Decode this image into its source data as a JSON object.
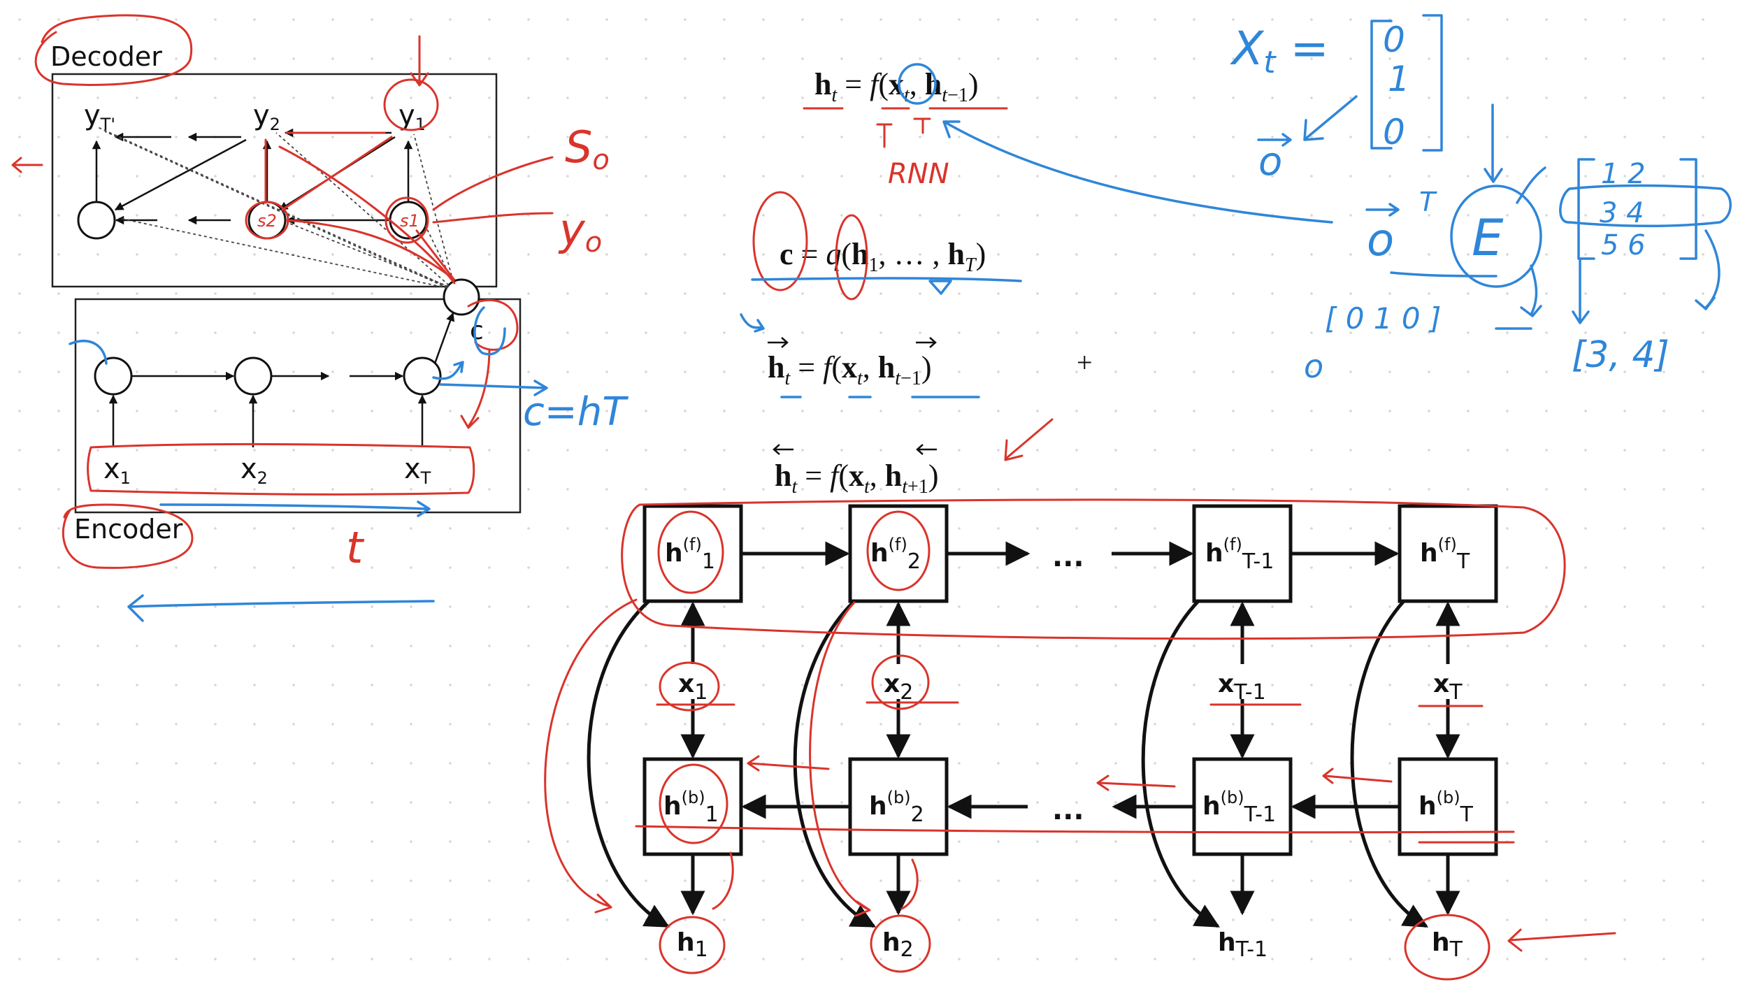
{
  "encoder_decoder": {
    "decoder_label": "Decoder",
    "encoder_label": "Encoder",
    "outputs": [
      "y_T'",
      "y_2",
      "y_1"
    ],
    "inputs": [
      "x_1",
      "x_2",
      "x_T"
    ],
    "context": "c"
  },
  "equations": {
    "rnn": "h_t = f(x_t, h_{t-1})",
    "context": "c = q(h_1, ..., h_T)",
    "forward": "→h_t = f(x_t, →h_{t-1})",
    "backward": "←h_t = f(x_t, ←h_{t+1})",
    "plus": "+"
  },
  "birnn": {
    "forward_states": [
      "h(f)1",
      "h(f)2",
      "h(f)T-1",
      "h(f)T"
    ],
    "backward_states": [
      "h(b)1",
      "h(b)2",
      "h(b)T-1",
      "h(b)T"
    ],
    "inputs": [
      "x1",
      "x2",
      "xT-1",
      "xT"
    ],
    "outputs": [
      "h1",
      "h2",
      "hT-1",
      "hT"
    ],
    "ellipsis": "..."
  },
  "annotations": {
    "red": {
      "rnn": "RNN",
      "s0": "S0",
      "y0": "y0",
      "t": "t",
      "s2": "s2",
      "s1": "s1"
    },
    "blue": {
      "xt": "Xt =",
      "vec0": "[0, 1, 0]",
      "o": "o",
      "e": "E",
      "row": "[0 1 0]",
      "res": "[3, 4]",
      "mat_rows": [
        "1 2",
        "3 4",
        "5 6"
      ],
      "c_ht": "c=hT",
      "oT": "o"
    }
  },
  "colors": {
    "ink": "#111111",
    "annot_red": "#d9342b",
    "annot_blue": "#2f86d8",
    "grid_dot": "#d7d7d7"
  }
}
